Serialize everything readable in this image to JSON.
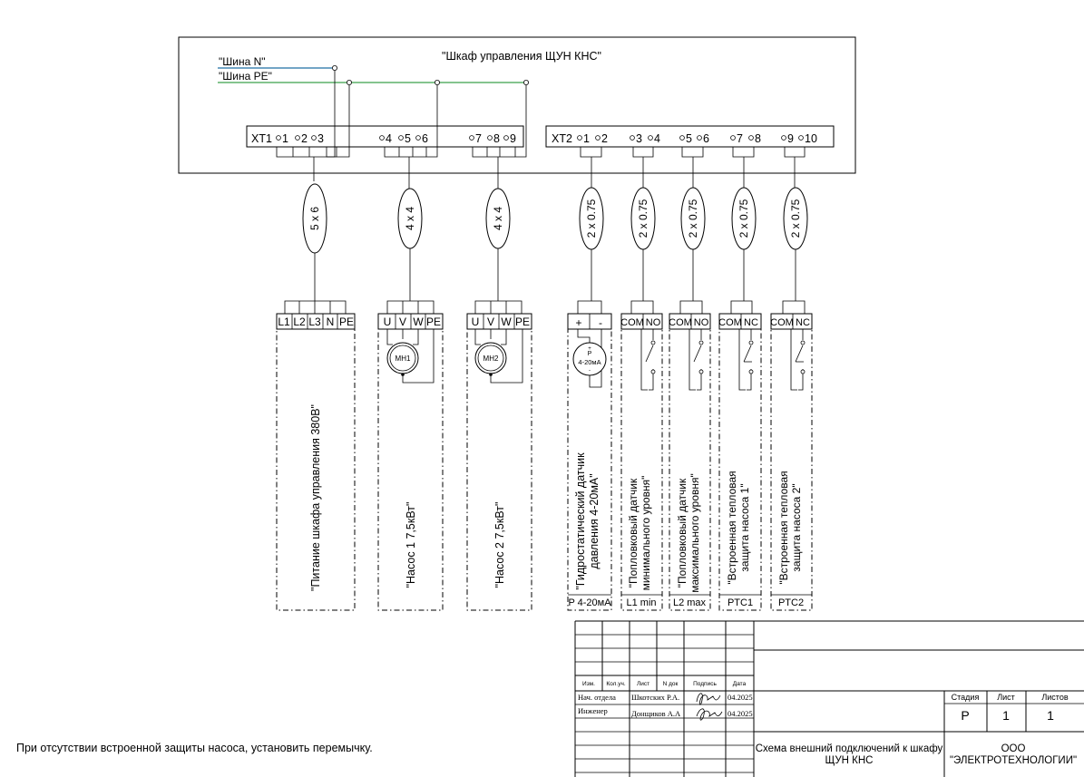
{
  "cabinet": {
    "title": "\"Шкаф управления ЩУН КНС\"",
    "bus_n": "\"Шина N\"",
    "bus_pe": "\"Шина PE\"",
    "bus_n_color": "#1f6fa3",
    "bus_pe_color": "#3aa04a",
    "strips": [
      {
        "label": "XT1",
        "terminals": [
          "1",
          "2",
          "3",
          "4",
          "5",
          "6",
          "7",
          "8",
          "9"
        ]
      },
      {
        "label": "XT2",
        "terminals": [
          "1",
          "2",
          "3",
          "4",
          "5",
          "6",
          "7",
          "8",
          "9",
          "10"
        ]
      }
    ]
  },
  "cables": [
    "5 x 6",
    "4 x 4",
    "4 x 4",
    "2 x 0.75",
    "2 x 0.75",
    "2 x 0.75",
    "2 x 0.75",
    "2 x 0.75"
  ],
  "devices": [
    {
      "pins": [
        "L1",
        "L2",
        "L3",
        "N",
        "PE"
      ],
      "name": "\"Питание шкафа управления 380В\"",
      "tag": ""
    },
    {
      "pins": [
        "U",
        "V",
        "W",
        "PE"
      ],
      "motor": "МН1",
      "name": "\"Насос 1 7,5кВт\"",
      "tag": ""
    },
    {
      "pins": [
        "U",
        "V",
        "W",
        "PE"
      ],
      "motor": "МН2",
      "name": "\"Насос 2 7,5кВт\"",
      "tag": ""
    },
    {
      "pins": [
        "+",
        "-"
      ],
      "sensor": {
        "p": "P",
        "range": "4-20мА"
      },
      "name_lines": [
        "\"Гидростатический датчик",
        "давления 4-20мА\""
      ],
      "tag": "P 4-20мА"
    },
    {
      "pins": [
        "COM",
        "NO"
      ],
      "name_lines": [
        "\"Попловковый датчик",
        "минимального уровня\""
      ],
      "tag": "L1 min"
    },
    {
      "pins": [
        "COM",
        "NO"
      ],
      "name_lines": [
        "\"Попловковый датчик",
        "максимального уровня\""
      ],
      "tag": "L2 max"
    },
    {
      "pins": [
        "COM",
        "NC"
      ],
      "name_lines": [
        "\"Встроенная тепловая",
        "защита насоса 1\""
      ],
      "tag": "PTC1"
    },
    {
      "pins": [
        "COM",
        "NC"
      ],
      "name_lines": [
        "\"Встроенная тепловая",
        "защита насоса 2\""
      ],
      "tag": "PTC2"
    }
  ],
  "title_block": {
    "col_headers": [
      "Изм.",
      "Кол.уч.",
      "Лист",
      "N док",
      "Подпись",
      "Дата"
    ],
    "rows": [
      {
        "role": "Нач. отдела",
        "name": "Шкотских Р.А.",
        "date": "04.2025"
      },
      {
        "role": "Инженер",
        "name": "Донщиков А.А",
        "date": "04.2025"
      }
    ],
    "stage_headers": [
      "Стадия",
      "Лист",
      "Листов"
    ],
    "stage_values": [
      "Р",
      "1",
      "1"
    ],
    "doc_title_1": "Схема внешний подключений к шкафу",
    "doc_title_2": "ЩУН КНС",
    "org_1": "ООО",
    "org_2": "\"ЭЛЕКТРОТЕХНОЛОГИИ\""
  },
  "note": "При отсутствии встроенной защиты насоса, установить перемычку."
}
